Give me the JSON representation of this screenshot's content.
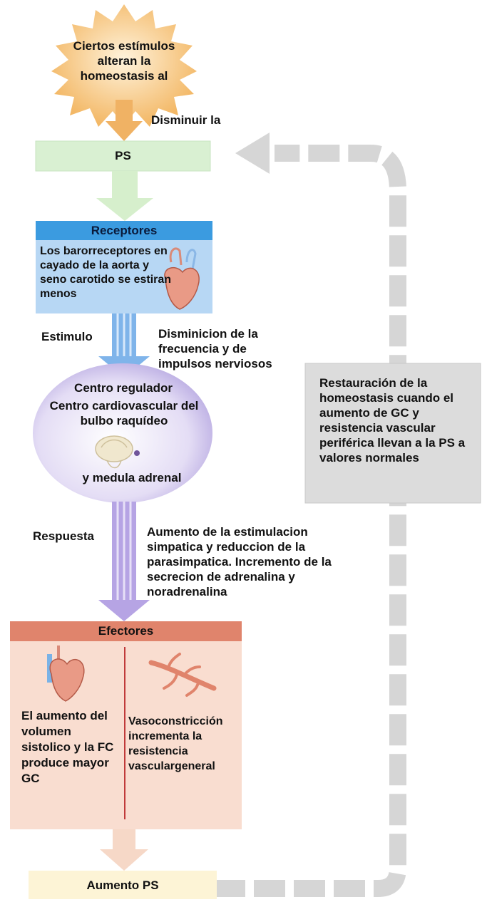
{
  "start": {
    "text": "Ciertos estímulos alteran la homeostasis al"
  },
  "arrow_label_top": "Disminuir la",
  "ps_box": {
    "label": "PS"
  },
  "receptors": {
    "header": "Receptores",
    "text": "Los barorreceptores en cayado de la aorta y seno carotido se estiran menos"
  },
  "stimulus_label": "Estimulo",
  "nerve_text": "Disminicion de la frecuencia y de impulsos nerviosos",
  "control_center": {
    "header": "Centro regulador",
    "line1": "Centro cardiovascular del bulbo raquídeo",
    "line2": "y medula adrenal"
  },
  "response_label": "Respuesta",
  "response_text": "Aumento de la estimulacion simpatica y reduccion de la parasimpatica. Incremento de la secrecion de adrenalina y noradrenalina",
  "effectors": {
    "header": "Efectores",
    "left_text": "El aumento del volumen sistolico y la FC produce mayor GC",
    "right_text": "Vasoconstricción incrementa la resistencia vasculargeneral"
  },
  "result_box": {
    "label": "Aumento PS"
  },
  "restoration": {
    "text": "Restauración de la homeostasis cuando el aumento de GC y resistencia vascular periférica llevan a la PS a valores normales"
  },
  "colors": {
    "star": "#f6c27a",
    "arrow_orange": "#f0b264",
    "ps_green": "#d9f0d2",
    "receptor_blue": "#b7d7f4",
    "receptor_header": "#3b9be0",
    "control_purple": "#d6cdf0",
    "effector_peach": "#f9ddd0",
    "effector_header": "#e0846c",
    "result_yellow": "#fdf4d6",
    "loop_gray": "#d4d4d4"
  },
  "icons": [
    "heart-aorta-icon",
    "brain-stem-icon",
    "heart-icon",
    "blood-vessel-icon"
  ]
}
